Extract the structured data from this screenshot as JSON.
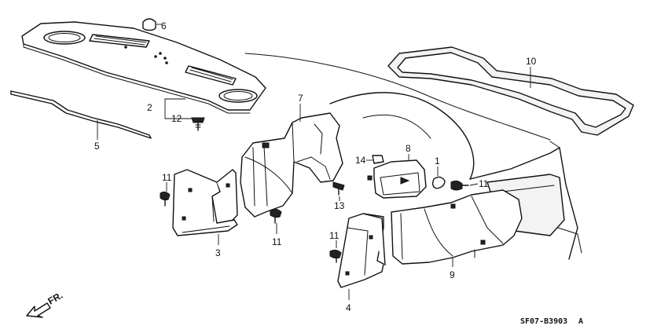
{
  "callouts": {
    "n1": "1",
    "n2": "2",
    "n3": "3",
    "n4": "4",
    "n5": "5",
    "n6": "6",
    "n7": "7",
    "n8": "8",
    "n9": "9",
    "n10": "10",
    "n11a": "11",
    "n11b": "11",
    "n11c": "11",
    "n11d": "11",
    "n12": "12",
    "n13": "13",
    "n14": "14"
  },
  "diagram_code": "SF07-B3903",
  "diagram_suffix": "A",
  "direction_label": "FR.",
  "colors": {
    "line": "#111111",
    "background": "#ffffff"
  }
}
